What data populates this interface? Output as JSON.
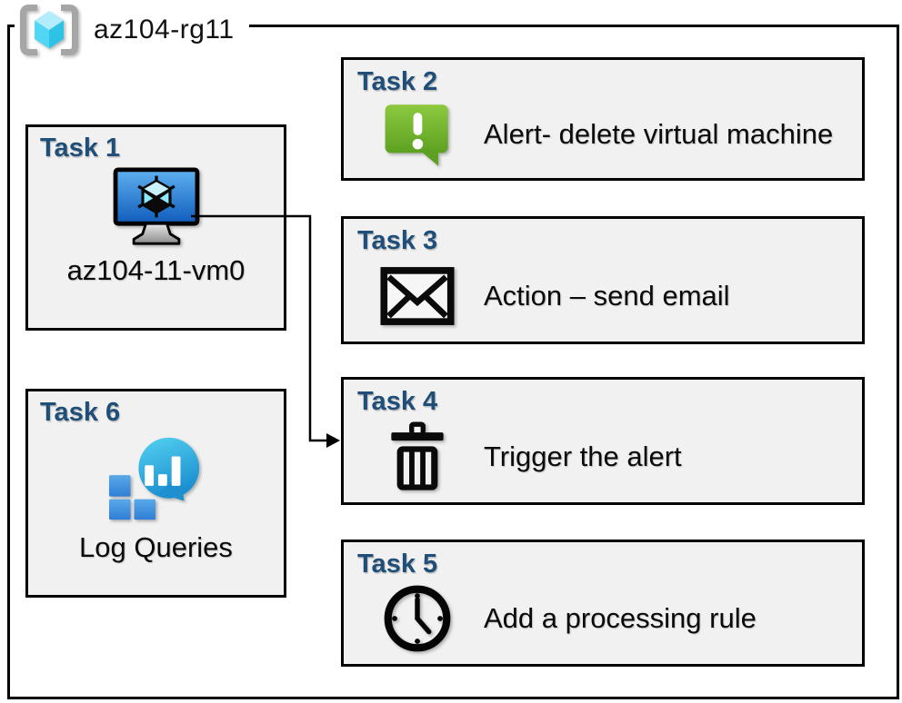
{
  "header": {
    "title": "az104-rg11",
    "icon": "resource-group-icon"
  },
  "tasks": [
    {
      "id": "task-1",
      "title": "Task 1",
      "label": "az104-11-vm0",
      "icon": "virtual-machine-icon"
    },
    {
      "id": "task-2",
      "title": "Task 2",
      "label": "Alert- delete virtual machine",
      "icon": "alert-icon"
    },
    {
      "id": "task-3",
      "title": "Task 3",
      "label": "Action – send email",
      "icon": "email-icon"
    },
    {
      "id": "task-4",
      "title": "Task 4",
      "label": "Trigger the alert",
      "icon": "trash-icon"
    },
    {
      "id": "task-5",
      "title": "Task 5",
      "label": "Add a processing rule",
      "icon": "clock-icon"
    },
    {
      "id": "task-6",
      "title": "Task 6",
      "label": "Log Queries",
      "icon": "log-queries-icon"
    }
  ],
  "connector": {
    "from": "task-1",
    "to": "task-4"
  },
  "colors": {
    "task_title": "#1F4E79",
    "box_background": "#F1F1F1",
    "border": "#000000",
    "alert_green_top": "#8CC93F",
    "alert_green_bottom": "#5DA122",
    "vm_screen_top": "#5FB0F0",
    "vm_screen_bottom": "#0F5CBB",
    "log_balloon_top": "#55D2F1",
    "log_balloon_bottom": "#1B8FD0",
    "log_squares_top": "#5AAAE9",
    "log_squares_bottom": "#2F7ED5",
    "rg_bracket": "#A6A6A6",
    "rg_cube_top": "#B3ECFA",
    "rg_cube_left": "#51D7F4",
    "rg_cube_right": "#2EC2E7"
  }
}
